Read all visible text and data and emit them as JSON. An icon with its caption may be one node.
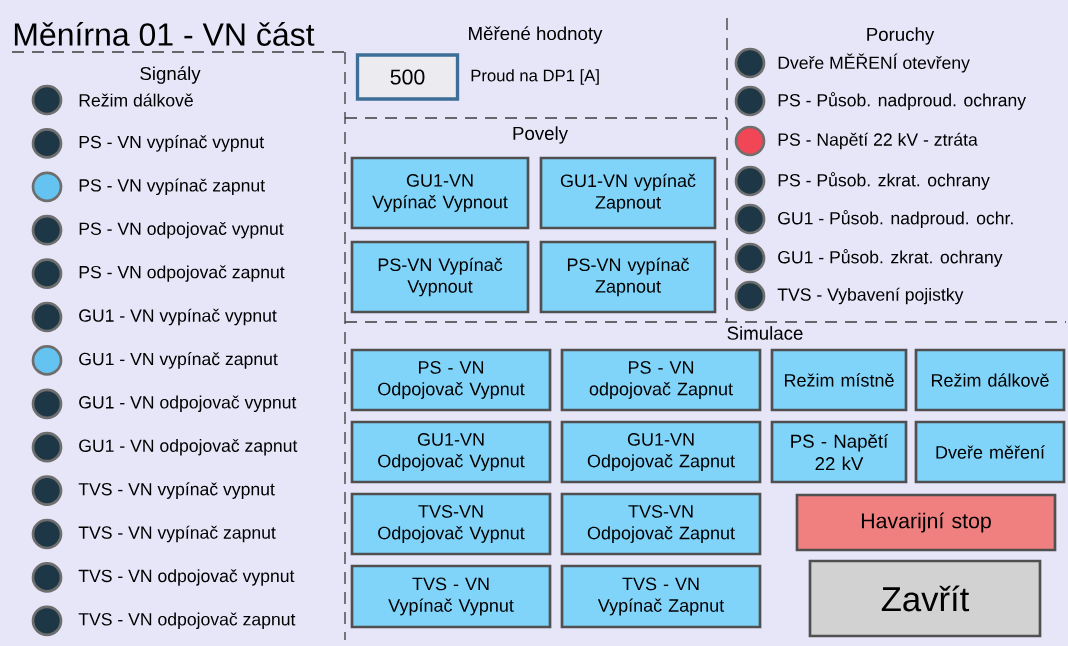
{
  "diagram": {
    "title": "Měnírna 01 - VN část",
    "nodes": [
      {
        "text": [],
        "shape": "circle",
        "beside": [
          "Režim dálkově"
        ]
      },
      {
        "text": [],
        "shape": "circle",
        "beside": [
          "PS - VN vypínač vypnut"
        ]
      },
      {
        "text": [],
        "shape": "circle",
        "beside": [
          "PS - VN vypínač zapnut"
        ]
      },
      {
        "text": [],
        "shape": "circle",
        "beside": [
          "PS - VN odpojovač vypnut"
        ]
      },
      {
        "text": [],
        "shape": "circle",
        "beside": [
          "PS - VN odpojovač zapnut"
        ]
      },
      {
        "text": [],
        "shape": "circle",
        "beside": [
          "GU1 - VN vypínač vypnut"
        ]
      },
      {
        "text": [],
        "shape": "circle",
        "beside": [
          "GU1 - VN vypínač zapnut"
        ]
      },
      {
        "text": [],
        "shape": "circle",
        "beside": [
          "GU1 - VN odpojovač vypnut"
        ]
      },
      {
        "text": [],
        "shape": "circle",
        "beside": [
          "GU1 - VN odpojovač zapnut"
        ]
      },
      {
        "text": [],
        "shape": "circle",
        "beside": [
          "TVS - VN vypínač vypnut"
        ]
      },
      {
        "text": [],
        "shape": "circle",
        "beside": [
          "TVS - VN vypínač zapnut"
        ]
      },
      {
        "text": [],
        "shape": "circle",
        "beside": [
          "TVS - VN odpojovač vypnut"
        ]
      },
      {
        "text": [],
        "shape": "circle",
        "beside": [
          "TVS - VN odpojovač zapnut"
        ]
      },
      {
        "text": [
          "500"
        ],
        "beside": [
          "Proud na DP1 [A]"
        ]
      },
      {
        "text": [
          "GU1-VN Vypínač Vypnout"
        ]
      },
      {
        "text": [
          "GU1-VN vypínač Zapnout"
        ]
      },
      {
        "text": [
          "PS-VN Vypínač Vypnout"
        ]
      },
      {
        "text": [
          "PS-VN vypínač Zapnout"
        ]
      },
      {
        "text": [],
        "shape": "circle",
        "beside": [
          "Dveře MĚŘENÍ otevřeny"
        ]
      },
      {
        "text": [],
        "shape": "circle",
        "beside": [
          "PS - Působ. nadproud. ochrany"
        ]
      },
      {
        "text": [],
        "shape": "circle",
        "beside": [
          "PS - Napětí 22 kV - ztráta"
        ]
      },
      {
        "text": [],
        "shape": "circle",
        "beside": [
          "PS - Působ. zkrat. ochrany"
        ]
      },
      {
        "text": [],
        "shape": "circle",
        "beside": [
          "GU1 - Působ. nadproud. ochr."
        ]
      },
      {
        "text": [],
        "shape": "circle",
        "beside": [
          "GU1 - Působ. zkrat. ochrany"
        ]
      },
      {
        "text": [],
        "shape": "circle",
        "beside": [
          "TVS - Vybavení pojistky"
        ]
      },
      {
        "text": [
          "PS - VN Odpojovač Vypnut"
        ]
      },
      {
        "text": [
          "PS - VN odpojovač Zapnut"
        ]
      },
      {
        "text": [
          "Režim místně"
        ]
      },
      {
        "text": [
          "Režim dálkově"
        ]
      },
      {
        "text": [
          "GU1-VN Odpojovač Vypnut"
        ]
      },
      {
        "text": [
          "GU1-VN Odpojovač Zapnut"
        ]
      },
      {
        "text": [
          "PS - Napětí 22 kV"
        ]
      },
      {
        "text": [
          "Dveře měření"
        ]
      },
      {
        "text": [
          "TVS-VN Odpojovač Vypnut"
        ]
      },
      {
        "text": [
          "TVS-VN Odpojovač Zapnut"
        ]
      },
      {
        "text": [
          "Havarijní stop"
        ]
      },
      {
        "text": [
          "TVS - VN Vypínač Vypnut"
        ]
      },
      {
        "text": [
          "TVS - VN Vypínač Zapnut"
        ]
      },
      {
        "text": [
          "Zavřít"
        ]
      }
    ],
    "labels": [
      "Signály",
      "Měřené hodnoty",
      "Povely",
      "Poruchy",
      "Simulace"
    ]
  }
}
